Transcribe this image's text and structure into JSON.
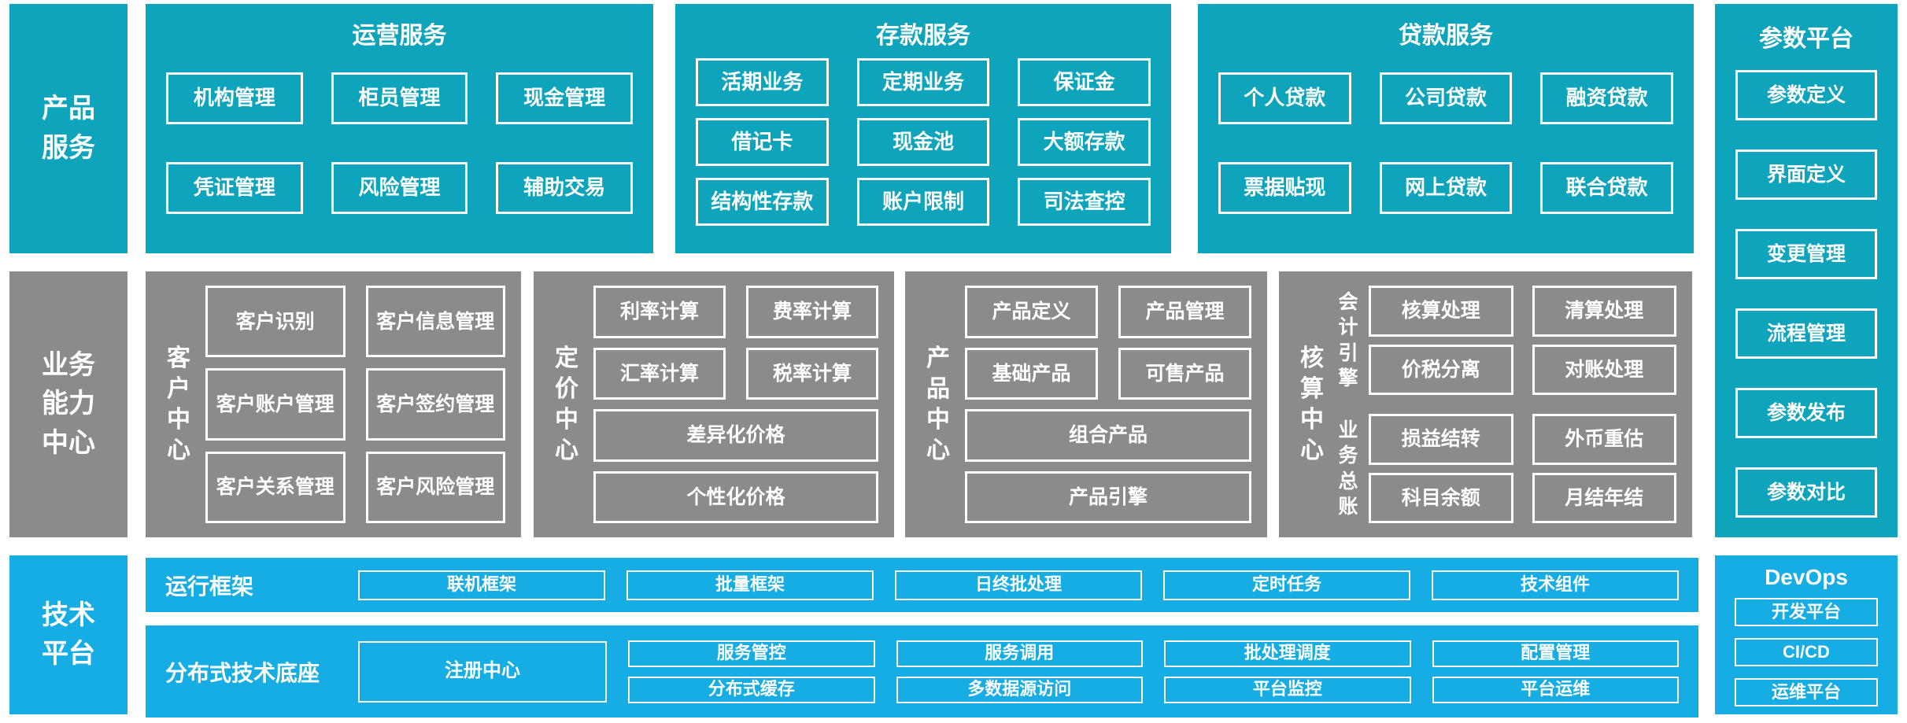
{
  "colors": {
    "teal": "#0ea4bb",
    "gray": "#8b8b8b",
    "blue": "#15ade4",
    "text": "#ffffff",
    "background": "#ffffff"
  },
  "product_row": {
    "label": "产品服务",
    "operations": {
      "title": "运营服务",
      "items": [
        "机构管理",
        "柜员管理",
        "现金管理",
        "凭证管理",
        "风险管理",
        "辅助交易"
      ]
    },
    "deposit": {
      "title": "存款服务",
      "items": [
        "活期业务",
        "定期业务",
        "保证金",
        "借记卡",
        "现金池",
        "大额存款",
        "结构性存款",
        "账户限制",
        "司法查控"
      ]
    },
    "loan": {
      "title": "贷款服务",
      "items": [
        "个人贷款",
        "公司贷款",
        "融资贷款",
        "票据贴现",
        "网上贷款",
        "联合贷款"
      ]
    }
  },
  "param_platform": {
    "title": "参数平台",
    "items": [
      "参数定义",
      "界面定义",
      "变更管理",
      "流程管理",
      "参数发布",
      "参数对比"
    ]
  },
  "business_row": {
    "label": "业务能力中心",
    "customer": {
      "name": "客户中心",
      "items": [
        "客户识别",
        "客户信息管理",
        "客户账户管理",
        "客户签约管理",
        "客户关系管理",
        "客户风险管理"
      ]
    },
    "pricing": {
      "name": "定价中心",
      "items": [
        "利率计算",
        "费率计算",
        "汇率计算",
        "税率计算"
      ],
      "wide_items": [
        "差异化价格",
        "个性化价格"
      ]
    },
    "product": {
      "name": "产品中心",
      "items": [
        "产品定义",
        "产品管理",
        "基础产品",
        "可售产品"
      ],
      "wide_items": [
        "组合产品",
        "产品引擎"
      ]
    },
    "accounting": {
      "name": "核算中心",
      "groups": [
        {
          "name": "会计引擎",
          "items": [
            "核算处理",
            "清算处理",
            "价税分离",
            "对账处理"
          ]
        },
        {
          "name": "业务总账",
          "items": [
            "损益结转",
            "外币重估",
            "科目余额",
            "月结年结"
          ]
        }
      ]
    }
  },
  "tech_row": {
    "label": "技术平台",
    "runtime": {
      "name": "运行框架",
      "items": [
        "联机框架",
        "批量框架",
        "日终批处理",
        "定时任务",
        "技术组件"
      ]
    },
    "distributed": {
      "name": "分布式技术底座",
      "registry": "注册中心",
      "items": [
        "服务管控",
        "服务调用",
        "批处理调度",
        "配置管理",
        "分布式缓存",
        "多数据源访问",
        "平台监控",
        "平台运维"
      ]
    },
    "devops": {
      "title": "DevOps",
      "items": [
        "开发平台",
        "CI/CD",
        "运维平台"
      ]
    }
  }
}
